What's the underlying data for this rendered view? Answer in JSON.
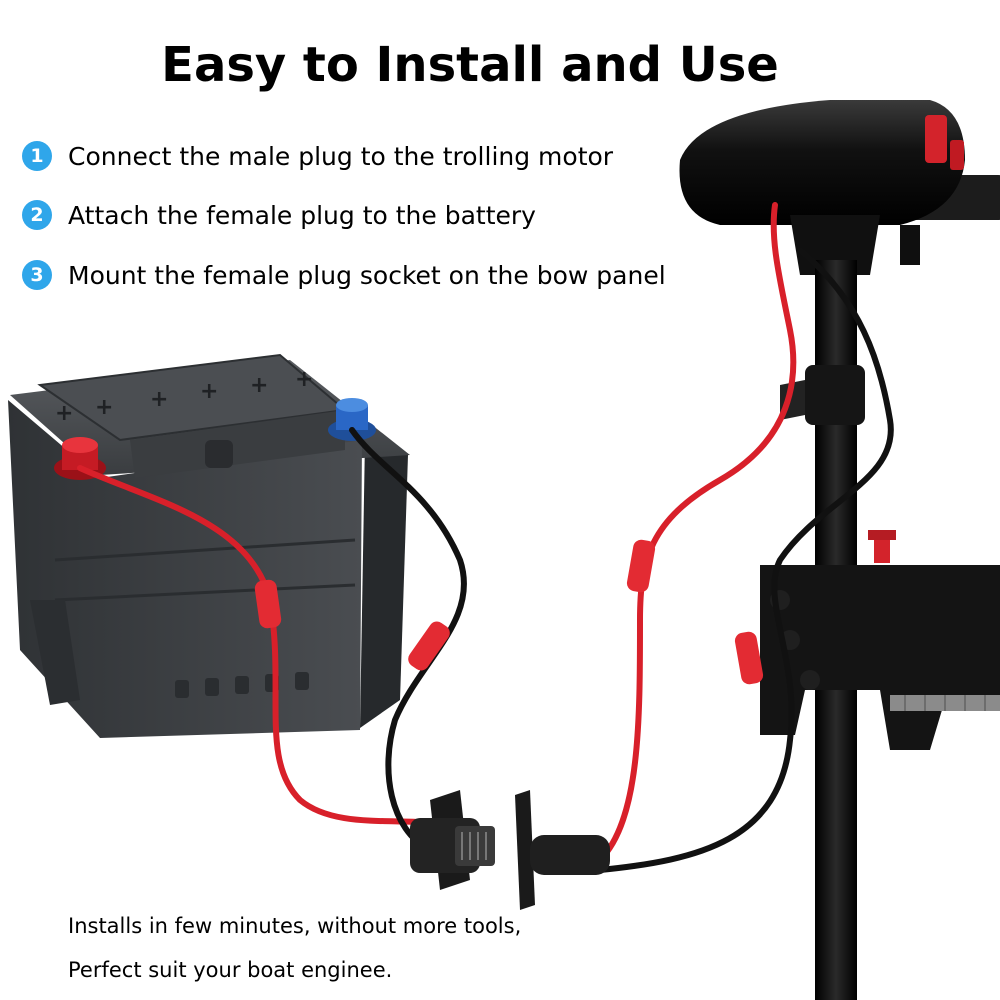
{
  "title": "Easy to Install and Use",
  "steps": [
    {
      "number": "1",
      "text": "Connect the male plug to the trolling motor"
    },
    {
      "number": "2",
      "text": "Attach the female plug to the battery"
    },
    {
      "number": "3",
      "text": "Mount the female plug socket on the bow panel"
    }
  ],
  "notes": [
    "Installs in few minutes, without more tools,",
    "Perfect suit your boat enginee."
  ],
  "battery": {
    "top_marks": [
      "+",
      "+",
      "+",
      "+",
      "+",
      "+"
    ]
  },
  "colors": {
    "accent": "#2fa6ea",
    "positive_wire": "#d8202a",
    "negative_wire": "#111111",
    "battery_body": "#3f4246",
    "motor_body": "#1a1a1a"
  },
  "icons": [
    "battery-icon",
    "trolling-motor-icon",
    "plug-socket-icon",
    "fuse-holder-icon"
  ]
}
